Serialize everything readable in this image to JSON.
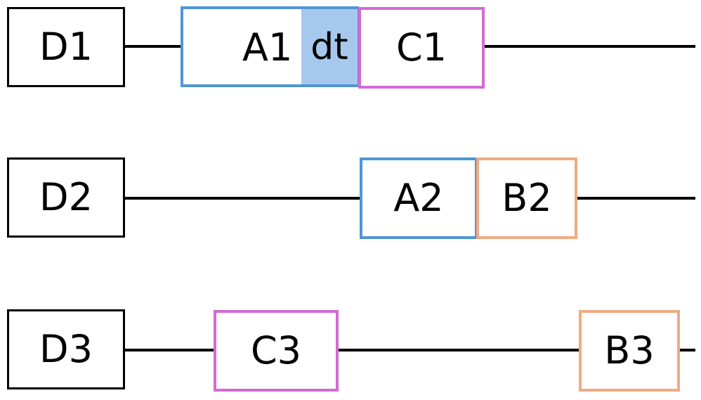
{
  "colors": {
    "line": "#000000",
    "a_border": "#4f95d6",
    "b_border": "#f0aa82",
    "c_border": "#d36ad1",
    "d_border": "#000000",
    "dt_fill": "#a6c8ec"
  },
  "rows": [
    {
      "d": "D1",
      "a": "A1",
      "dt": "dt",
      "c": "C1"
    },
    {
      "d": "D2",
      "a": "A2",
      "b": "B2"
    },
    {
      "d": "D3",
      "c": "C3",
      "b": "B3"
    }
  ]
}
